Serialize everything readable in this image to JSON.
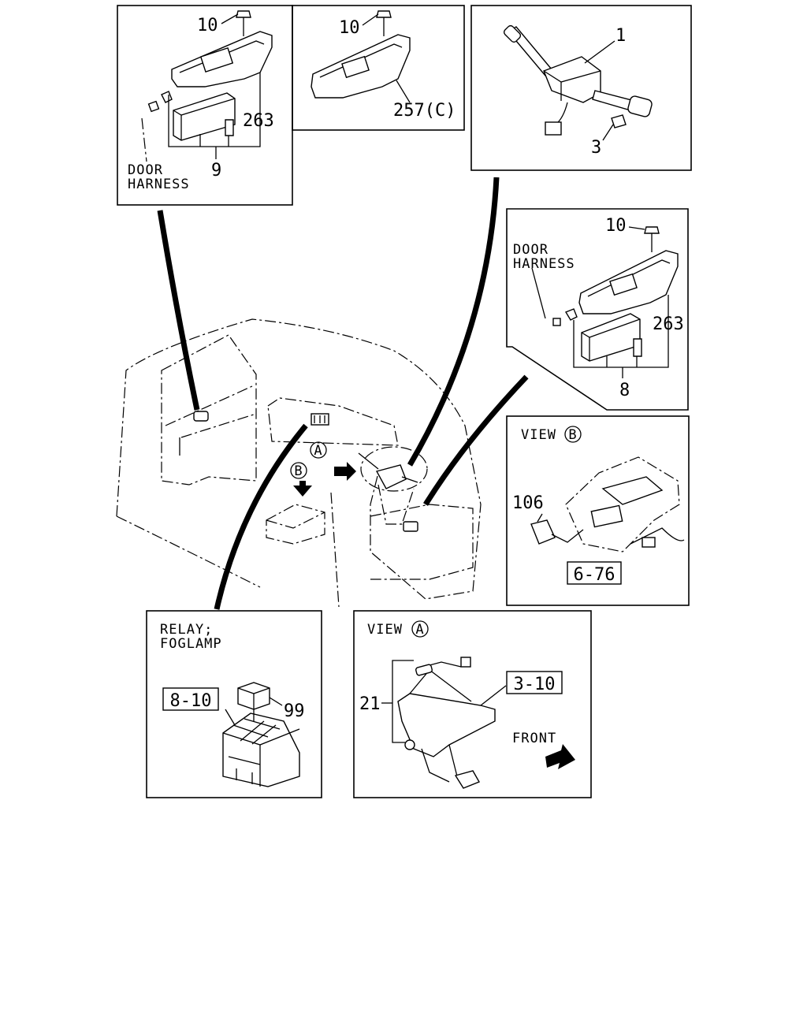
{
  "panels": {
    "driver_window_switch": {
      "labels": {
        "screw": "10",
        "bracket_screws": "263",
        "switch": "9"
      },
      "caption": {
        "line1": "DOOR",
        "line2": "HARNESS"
      }
    },
    "rear_window_switch": {
      "labels": {
        "screw": "10",
        "switch": "257(C)"
      }
    },
    "combination_switch": {
      "labels": {
        "switch": "1",
        "screw": "3"
      }
    },
    "passenger_window_switch": {
      "labels": {
        "screw": "10",
        "bracket_screws": "263",
        "switch": "8"
      },
      "caption": {
        "line1": "DOOR",
        "line2": "HARNESS"
      }
    },
    "view_b": {
      "title": "VIEW",
      "circle": "B",
      "labels": {
        "switch": "106",
        "ref": "6-76"
      }
    },
    "relay_foglamp": {
      "caption": {
        "line1": "RELAY;",
        "line2": "FOGLAMP"
      },
      "labels": {
        "ref": "8-10",
        "relay": "99"
      }
    },
    "view_a": {
      "title": "VIEW",
      "circle": "A",
      "labels": {
        "ref": "3-10",
        "switch": "21"
      },
      "front": "FRONT"
    }
  },
  "main_view": {
    "marker_a": "A",
    "marker_b": "B"
  }
}
